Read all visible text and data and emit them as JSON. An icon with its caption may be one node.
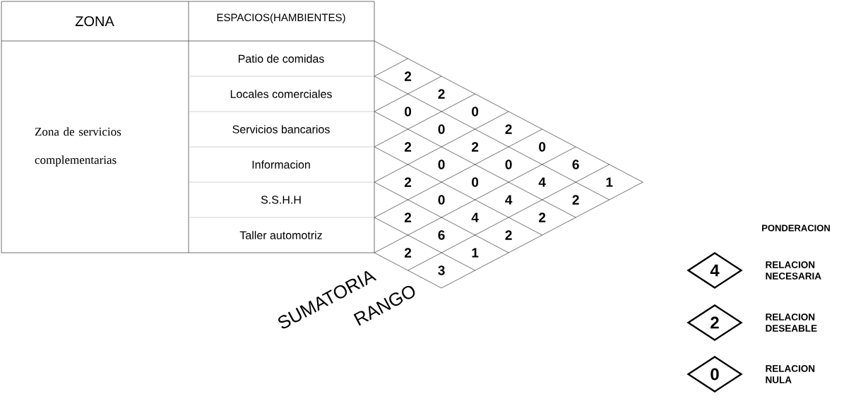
{
  "diagram": {
    "nodes": [
      {
        "text": [
          "4"
        ],
        "beside": [
          "RELACION NECESARIA"
        ]
      },
      {
        "text": [
          "2"
        ],
        "beside": [
          "RELACION DESEABLE"
        ]
      },
      {
        "text": [
          "0"
        ],
        "beside": [
          "RELACION NULA"
        ]
      }
    ],
    "labels": [
      "ZONA",
      "ESPACIOS(HAMBIENTES)",
      "Zona de servicios complementarias",
      "Patio de comidas",
      "Locales comerciales",
      "Servicios bancarios",
      "Informacion",
      "S.S.H.H",
      "Taller automotriz",
      "2",
      "2",
      "0",
      "0",
      "0",
      "2",
      "2",
      "2",
      "0",
      "0",
      "0",
      "6",
      "2",
      "0",
      "4",
      "1",
      "0",
      "4",
      "2",
      "2",
      "4",
      "2",
      "6",
      "2",
      "2",
      "1",
      "3",
      "SUMATORIA",
      "RANGO",
      "PONDERACION"
    ]
  }
}
